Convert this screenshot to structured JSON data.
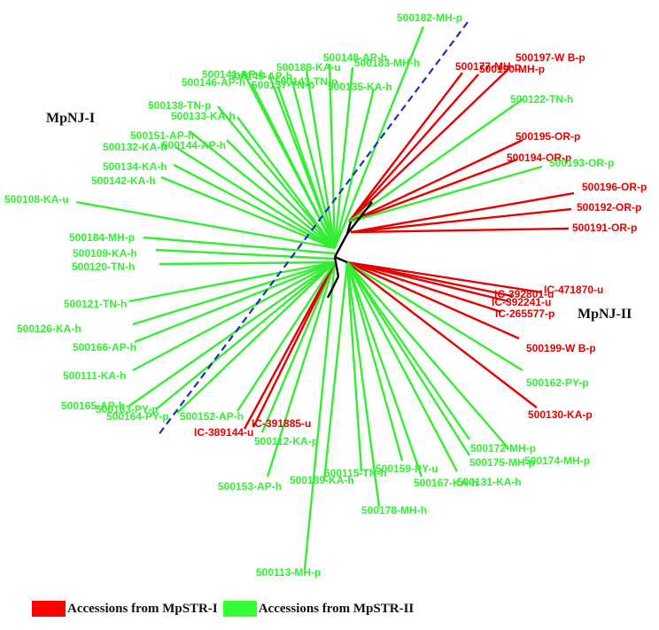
{
  "clades": [
    "MpNJ-I",
    "MpNJ-II"
  ],
  "colors": {
    "groupI": "#e60000",
    "groupII": "#33ee33",
    "divider": "#1a2fbf",
    "trunk": "#000000"
  },
  "legend": [
    {
      "label": "Accessions from MpSTR-I",
      "color": "#ff0000"
    },
    {
      "label": "Accessions from MpSTR-II",
      "color": "#33ff33"
    }
  ],
  "leaves": [
    {
      "label": "500182-MH-p",
      "group": "II"
    },
    {
      "label": "500197-W B-p",
      "group": "I"
    },
    {
      "label": "500177-MH-p",
      "group": "I"
    },
    {
      "label": "500190-MH-p",
      "group": "I"
    },
    {
      "label": "500122-TN-h",
      "group": "II"
    },
    {
      "label": "500195-OR-p",
      "group": "I"
    },
    {
      "label": "500194-OR-p",
      "group": "I"
    },
    {
      "label": "500193-OR-p",
      "group": "II"
    },
    {
      "label": "500196-OR-p",
      "group": "I"
    },
    {
      "label": "500192-OR-p",
      "group": "I"
    },
    {
      "label": "500191-OR-p",
      "group": "I"
    },
    {
      "label": "IC-471870-u",
      "group": "I"
    },
    {
      "label": "IC-392801-u",
      "group": "I"
    },
    {
      "label": "IC-392241-u",
      "group": "I"
    },
    {
      "label": "IC-265577-p",
      "group": "I"
    },
    {
      "label": "500199-W B-p",
      "group": "I"
    },
    {
      "label": "500162-PY-p",
      "group": "II"
    },
    {
      "label": "500130-KA-p",
      "group": "I"
    },
    {
      "label": "500174-MH-p",
      "group": "II"
    },
    {
      "label": "500172-MH-p",
      "group": "II"
    },
    {
      "label": "500175-MH-p",
      "group": "II"
    },
    {
      "label": "500131-KA-h",
      "group": "II"
    },
    {
      "label": "500167-KA-h",
      "group": "II"
    },
    {
      "label": "500159-PY-u",
      "group": "II"
    },
    {
      "label": "500178-MH-h",
      "group": "II"
    },
    {
      "label": "500115-TN-h",
      "group": "II"
    },
    {
      "label": "500189-KA-h",
      "group": "II"
    },
    {
      "label": "500113-MH-p",
      "group": "II"
    },
    {
      "label": "500153-AP-h",
      "group": "II"
    },
    {
      "label": "500112-KA-p",
      "group": "II"
    },
    {
      "label": "IC-391885-u",
      "group": "I"
    },
    {
      "label": "IC-389144-u",
      "group": "I"
    },
    {
      "label": "500152-AP-h",
      "group": "II"
    },
    {
      "label": "500164-PY-p",
      "group": "II"
    },
    {
      "label": "500163-PY-p",
      "group": "II"
    },
    {
      "label": "500165-AP-h",
      "group": "II"
    },
    {
      "label": "500111-KA-h",
      "group": "II"
    },
    {
      "label": "500166-AP-h",
      "group": "II"
    },
    {
      "label": "500126-KA-h",
      "group": "II"
    },
    {
      "label": "500121-TN-h",
      "group": "II"
    },
    {
      "label": "500120-TN-h",
      "group": "II"
    },
    {
      "label": "500109-KA-h",
      "group": "II"
    },
    {
      "label": "500184-MH-p",
      "group": "II"
    },
    {
      "label": "500108-KA-u",
      "group": "II"
    },
    {
      "label": "500142-KA-h",
      "group": "II"
    },
    {
      "label": "500134-KA-h",
      "group": "II"
    },
    {
      "label": "500132-KA-h",
      "group": "II"
    },
    {
      "label": "500144-AP-h",
      "group": "II"
    },
    {
      "label": "500151-AP-h",
      "group": "II"
    },
    {
      "label": "500133-KA-h",
      "group": "II"
    },
    {
      "label": "500138-TN-p",
      "group": "II"
    },
    {
      "label": "500146-AP-h",
      "group": "II"
    },
    {
      "label": "500141-AP-h",
      "group": "II"
    },
    {
      "label": "500145-AP-h",
      "group": "II"
    },
    {
      "label": "500137-TN-p",
      "group": "II"
    },
    {
      "label": "500143-TN-p",
      "group": "II"
    },
    {
      "label": "500188-KA-u",
      "group": "II"
    },
    {
      "label": "500148-AP-h",
      "group": "II"
    },
    {
      "label": "500183-MH-h",
      "group": "II"
    },
    {
      "label": "500135-KA-h",
      "group": "II"
    }
  ]
}
